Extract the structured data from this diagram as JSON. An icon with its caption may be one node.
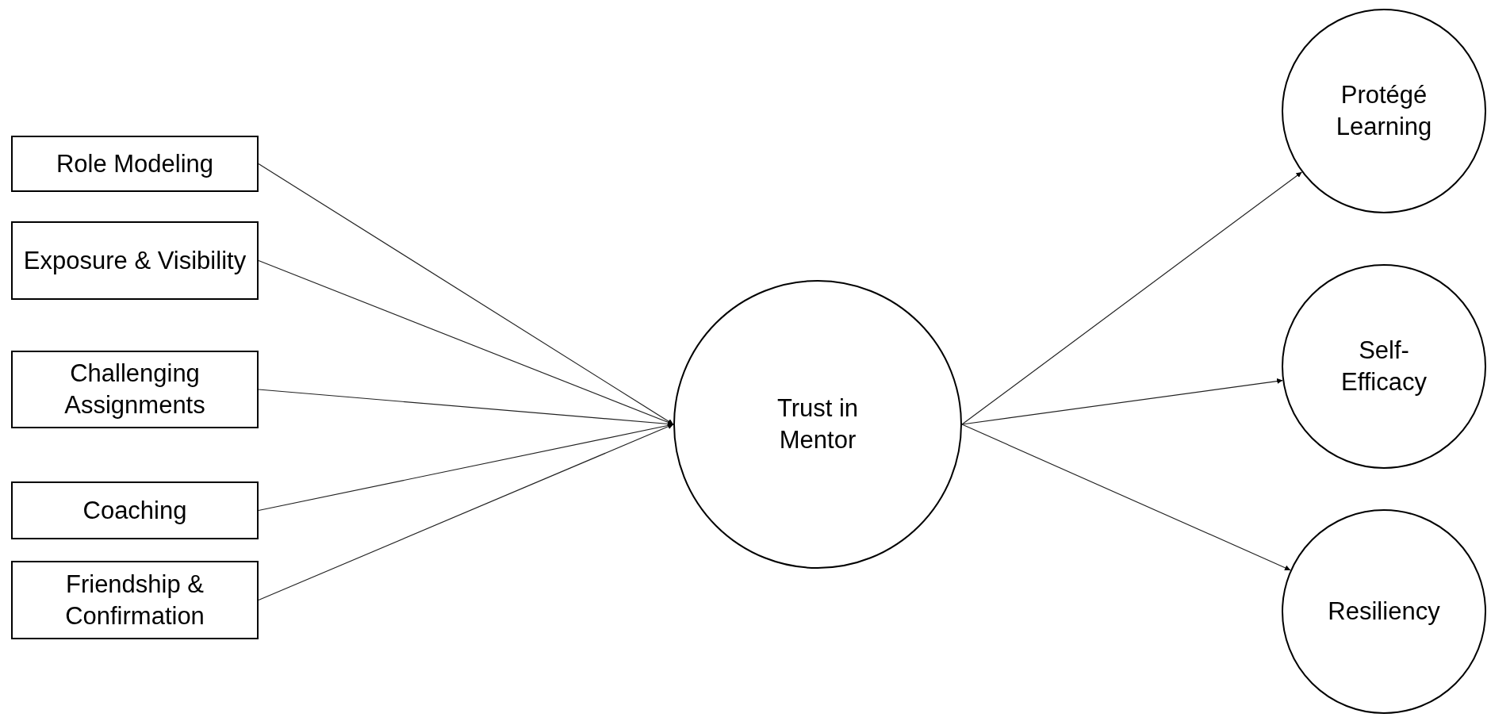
{
  "diagram": {
    "nodes": [
      {
        "text": [
          "Role Modeling"
        ]
      },
      {
        "text": [
          "Exposure & Visibility"
        ]
      },
      {
        "text": [
          "Challenging Assignments"
        ]
      },
      {
        "text": [
          "Coaching"
        ]
      },
      {
        "text": [
          "Friendship & Confirmation"
        ]
      },
      {
        "text": [
          "Trust in Mentor"
        ]
      },
      {
        "text": [
          "Protégé Learning"
        ]
      },
      {
        "text": [
          "Self- Efficacy"
        ]
      },
      {
        "text": [
          "Resiliency"
        ]
      }
    ],
    "edges": [
      {
        "from": 0,
        "to": 5,
        "arrow": "to"
      },
      {
        "from": 1,
        "to": 5,
        "arrow": "to"
      },
      {
        "from": 2,
        "to": 5,
        "arrow": "to"
      },
      {
        "from": 3,
        "to": 5,
        "arrow": "to"
      },
      {
        "from": 4,
        "to": 5,
        "arrow": "to"
      },
      {
        "from": 5,
        "to": 6,
        "arrow": "to"
      },
      {
        "from": 5,
        "to": 7,
        "arrow": "to"
      },
      {
        "from": 5,
        "to": 8,
        "arrow": "to"
      }
    ]
  }
}
